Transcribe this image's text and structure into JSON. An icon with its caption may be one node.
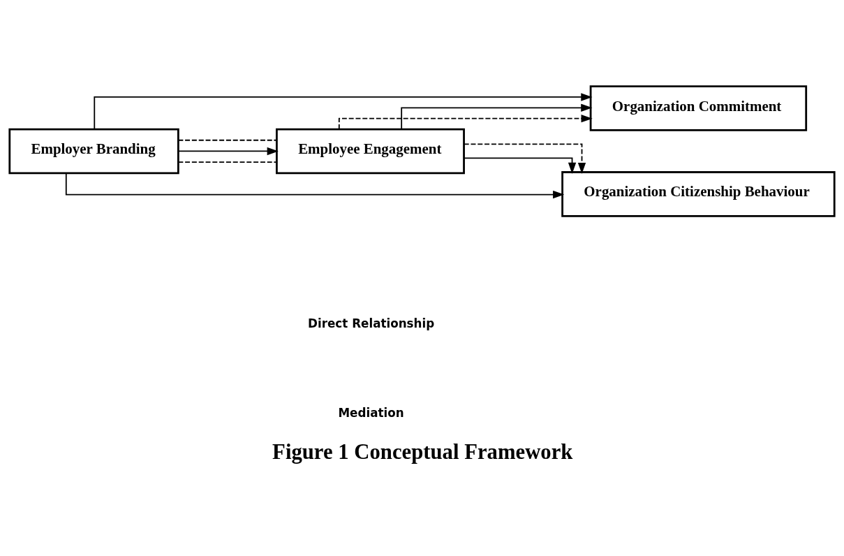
{
  "diagram": {
    "caption": "Figure 1 Conceptual Framework",
    "nodes": [
      {
        "text": [
          "Employer Branding"
        ]
      },
      {
        "text": [
          "Employee Engagement"
        ]
      },
      {
        "text": [
          "Organization Commitment"
        ]
      },
      {
        "text": [
          "Organization Citizenship Behaviour"
        ]
      }
    ],
    "edges": [
      {
        "from": 0,
        "to": 2,
        "arrow": "to"
      },
      {
        "from": 0,
        "to": 1,
        "arrow": "none",
        "style": "dashed"
      },
      {
        "from": 0,
        "to": 1,
        "arrow": "to"
      },
      {
        "from": 0,
        "to": 1,
        "arrow": "none",
        "style": "dashed"
      },
      {
        "from": 1,
        "to": 2,
        "arrow": "to",
        "style": "dashed"
      },
      {
        "from": 1,
        "to": 2,
        "arrow": "to"
      },
      {
        "from": 1,
        "to": 3,
        "arrow": "to"
      },
      {
        "from": 1,
        "to": 3,
        "arrow": "to",
        "style": "dashed"
      },
      {
        "from": 0,
        "to": 3,
        "arrow": "to"
      }
    ],
    "legend": [
      {
        "text": "Direct Relationship"
      },
      {
        "text": "Mediation"
      }
    ]
  }
}
